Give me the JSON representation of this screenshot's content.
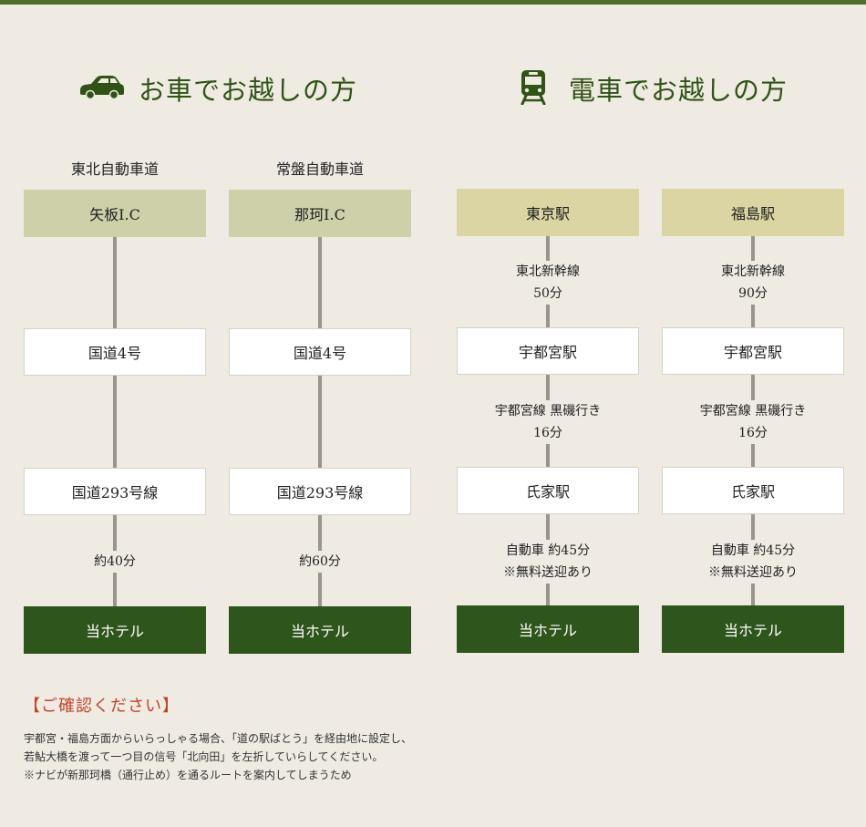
{
  "car_section": {
    "title": "お車でお越しの方",
    "icon": "car-icon",
    "routes": [
      {
        "highway": "東北自動車道",
        "start": "矢板I.C",
        "steps": [
          "国道4号",
          "国道293号線"
        ],
        "time": "約40分",
        "end": "当ホテル"
      },
      {
        "highway": "常盤自動車道",
        "start": "那珂I.C",
        "steps": [
          "国道4号",
          "国道293号線"
        ],
        "time": "約60分",
        "end": "当ホテル"
      }
    ]
  },
  "train_section": {
    "title": "電車でお越しの方",
    "icon": "train-icon",
    "routes": [
      {
        "start": "東京駅",
        "leg1": [
          "東北新幹線",
          "50分"
        ],
        "stop1": "宇都宮駅",
        "leg2": [
          "宇都宮線 黒磯行き",
          "16分"
        ],
        "stop2": "氏家駅",
        "leg3": [
          "自動車 約45分",
          "※無料送迎あり"
        ],
        "end": "当ホテル"
      },
      {
        "start": "福島駅",
        "leg1": [
          "東北新幹線",
          "90分"
        ],
        "stop1": "宇都宮駅",
        "leg2": [
          "宇都宮線 黒磯行き",
          "16分"
        ],
        "stop2": "氏家駅",
        "leg3": [
          "自動車 約45分",
          "※無料送迎あり"
        ],
        "end": "当ホテル"
      }
    ]
  },
  "notice": {
    "heading": "【ご確認ください】",
    "lines": [
      "宇都宮・福島方面からいらっしゃる場合、「道の駅ばとう」を経由地に設定し、",
      "若鮎大橋を渡って一つ目の信号「北向田」を左折していらしてください。",
      "※ナビが新那珂橋（通行止め）を通るルートを案内してしまうため"
    ]
  },
  "colors": {
    "accent_green": "#2e551b",
    "title_green": "#2f5316",
    "car_start_box": "#cdd0a9",
    "train_start_box": "#dad5a2",
    "notice_red": "#c0432a",
    "background": "#efebe3"
  }
}
